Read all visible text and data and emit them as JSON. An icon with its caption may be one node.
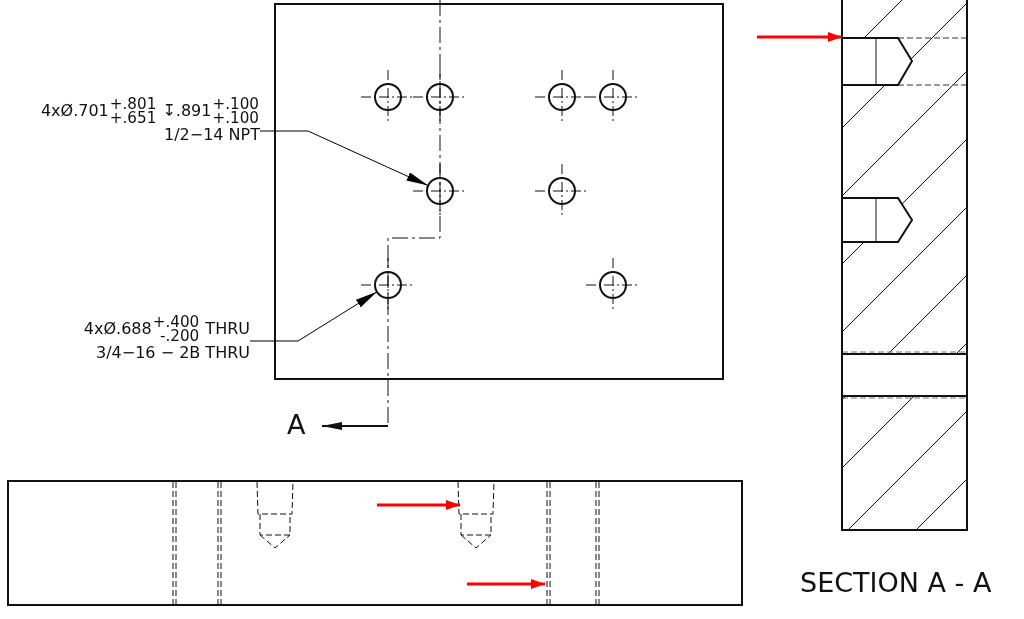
{
  "diagram": {
    "nodes": [
      {
        "text": [
          "4xØ.701$^{+.801}$$_{+.651}$ ↧.891$^{+.100}$$_{+.100}$",
          "1/2−14 NPT"
        ]
      },
      {
        "text": [
          "4xØ.688$^{+.400}$$_{-.200}$ THRU",
          "3/4−16 − 2B THRU"
        ]
      },
      {
        "text": [],
        "shape": "circle"
      },
      {
        "text": [],
        "shape": "circle"
      },
      {
        "text": [],
        "shape": "box"
      },
      {
        "text": [],
        "shape": "box"
      },
      {
        "text": [],
        "shape": "bar"
      }
    ],
    "edges": [
      {
        "from": 0,
        "to": 2,
        "arrow": "to",
        "color": "#000000"
      },
      {
        "from": 1,
        "to": 3,
        "arrow": "to",
        "color": "#000000"
      },
      {
        "from": null,
        "to": 4,
        "arrow": "to",
        "color": "#ff0000"
      },
      {
        "from": null,
        "to": 5,
        "arrow": "to",
        "color": "#ff0000"
      },
      {
        "from": null,
        "to": 6,
        "arrow": "to",
        "color": "#ff0000"
      }
    ],
    "labels": [
      "A",
      "SECTION A - A"
    ]
  }
}
